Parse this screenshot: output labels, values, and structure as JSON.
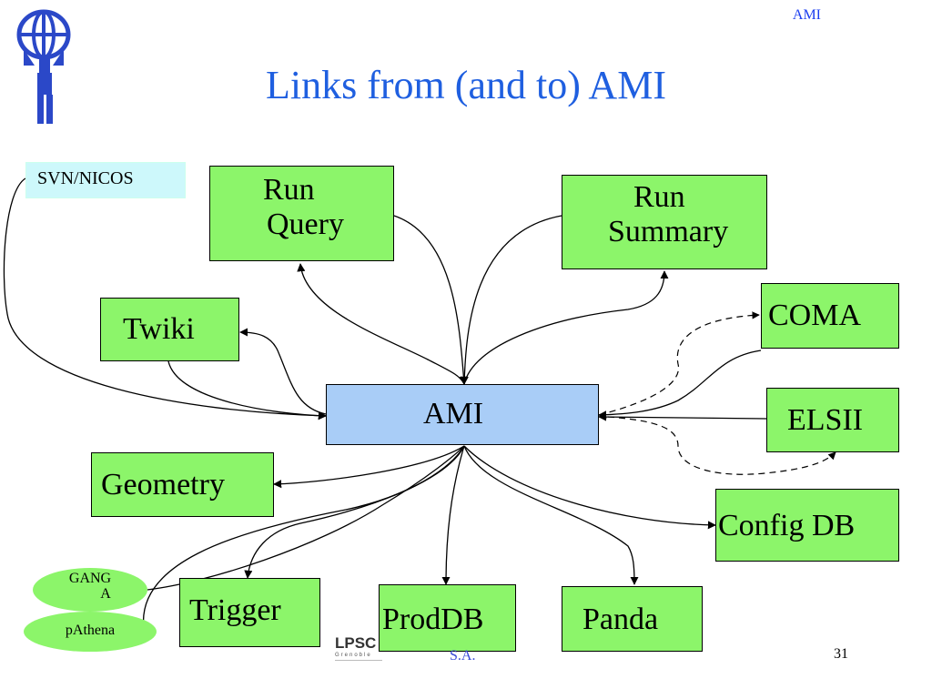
{
  "corner_label": "AMI",
  "title": "Links from (and to) AMI",
  "nodes": {
    "svn_nicos": "SVN/NICOS",
    "run_query_1": "Run",
    "run_query_2": "Query",
    "run_summary_1": "Run",
    "run_summary_2": "Summary",
    "twiki": "Twiki",
    "coma": "COMA",
    "ami": "AMI",
    "elsii": "ELSII",
    "geometry": "Geometry",
    "config_db": "Config DB",
    "trigger": "Trigger",
    "proddb": "ProdDB",
    "panda": "Panda",
    "ganga_1": "GANG",
    "ganga_2": "A",
    "pathena": "pAthena"
  },
  "footer": {
    "lpsc": "LPSC",
    "lpsc_sub1": "Grenoble",
    "author": "S.A.",
    "page_number": "31"
  },
  "colors": {
    "green_box": "#8cf56a",
    "ami_box": "#a9cdf7",
    "svn_box": "#cdf8fb",
    "title_blue": "#1f5fe0"
  }
}
